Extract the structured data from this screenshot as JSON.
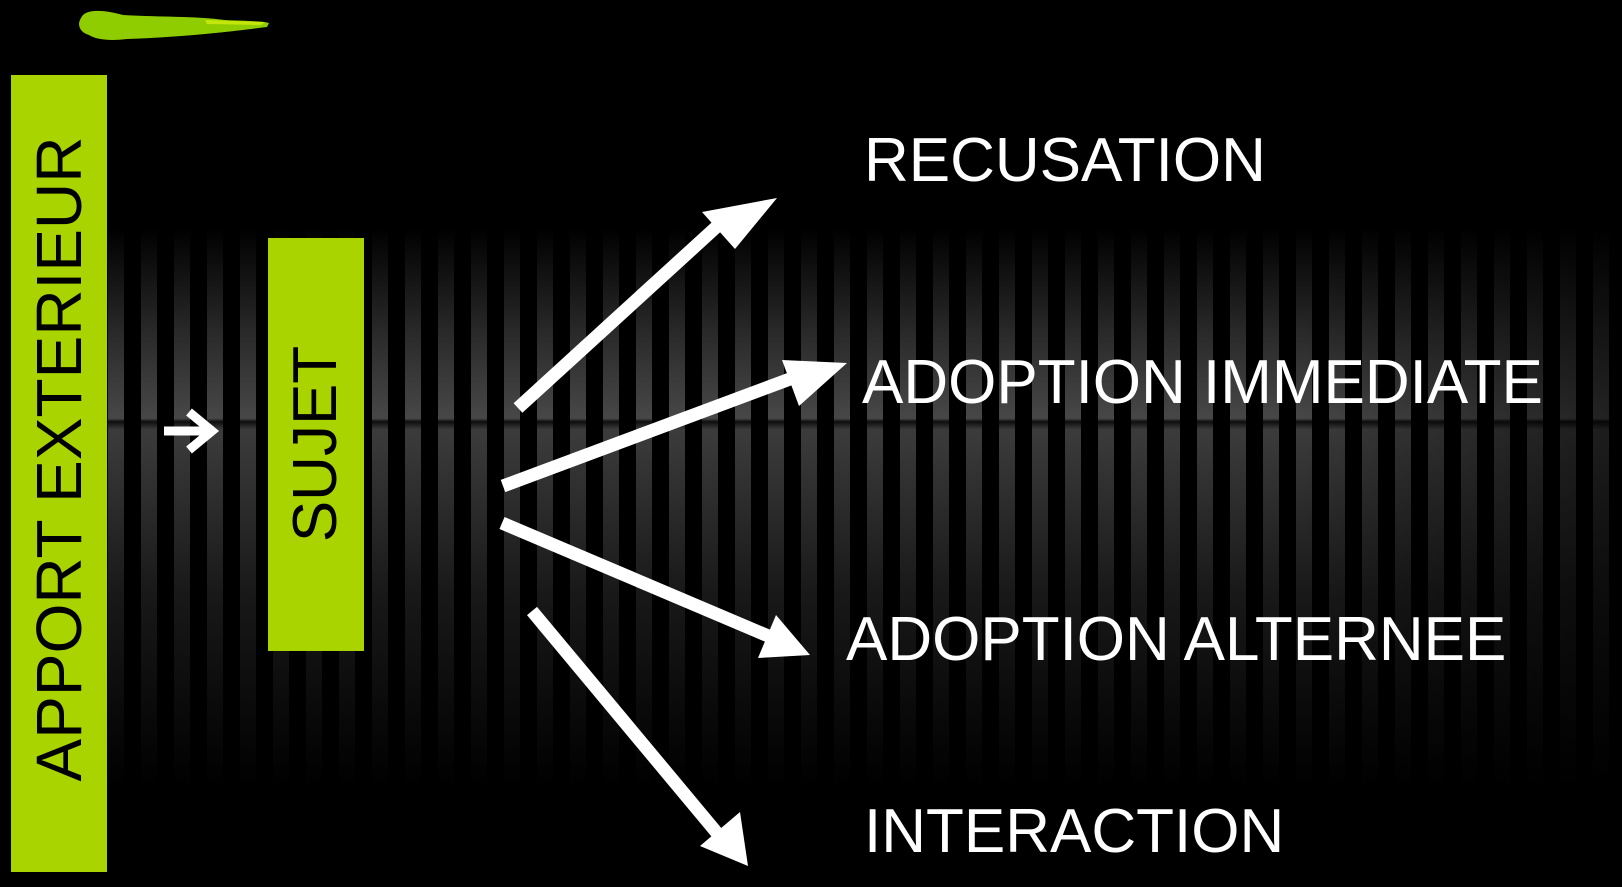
{
  "diagram": {
    "source_label": "APPORT EXTERIEUR",
    "subject_label": "SUJET",
    "outcomes": [
      {
        "label": "RECUSATION"
      },
      {
        "label": "ADOPTION IMMEDIATE"
      },
      {
        "label": "ADOPTION ALTERNEE"
      },
      {
        "label": "INTERACTION"
      }
    ]
  },
  "colors": {
    "background": "#000000",
    "accent_green": "#a9d400",
    "text_light": "#ffffff",
    "arrow": "#ffffff"
  },
  "icons": {
    "input_arrow": "right-arrow-icon",
    "branch_arrows": "diagonal-arrow-icon",
    "decoration": "green-brush-stroke"
  }
}
